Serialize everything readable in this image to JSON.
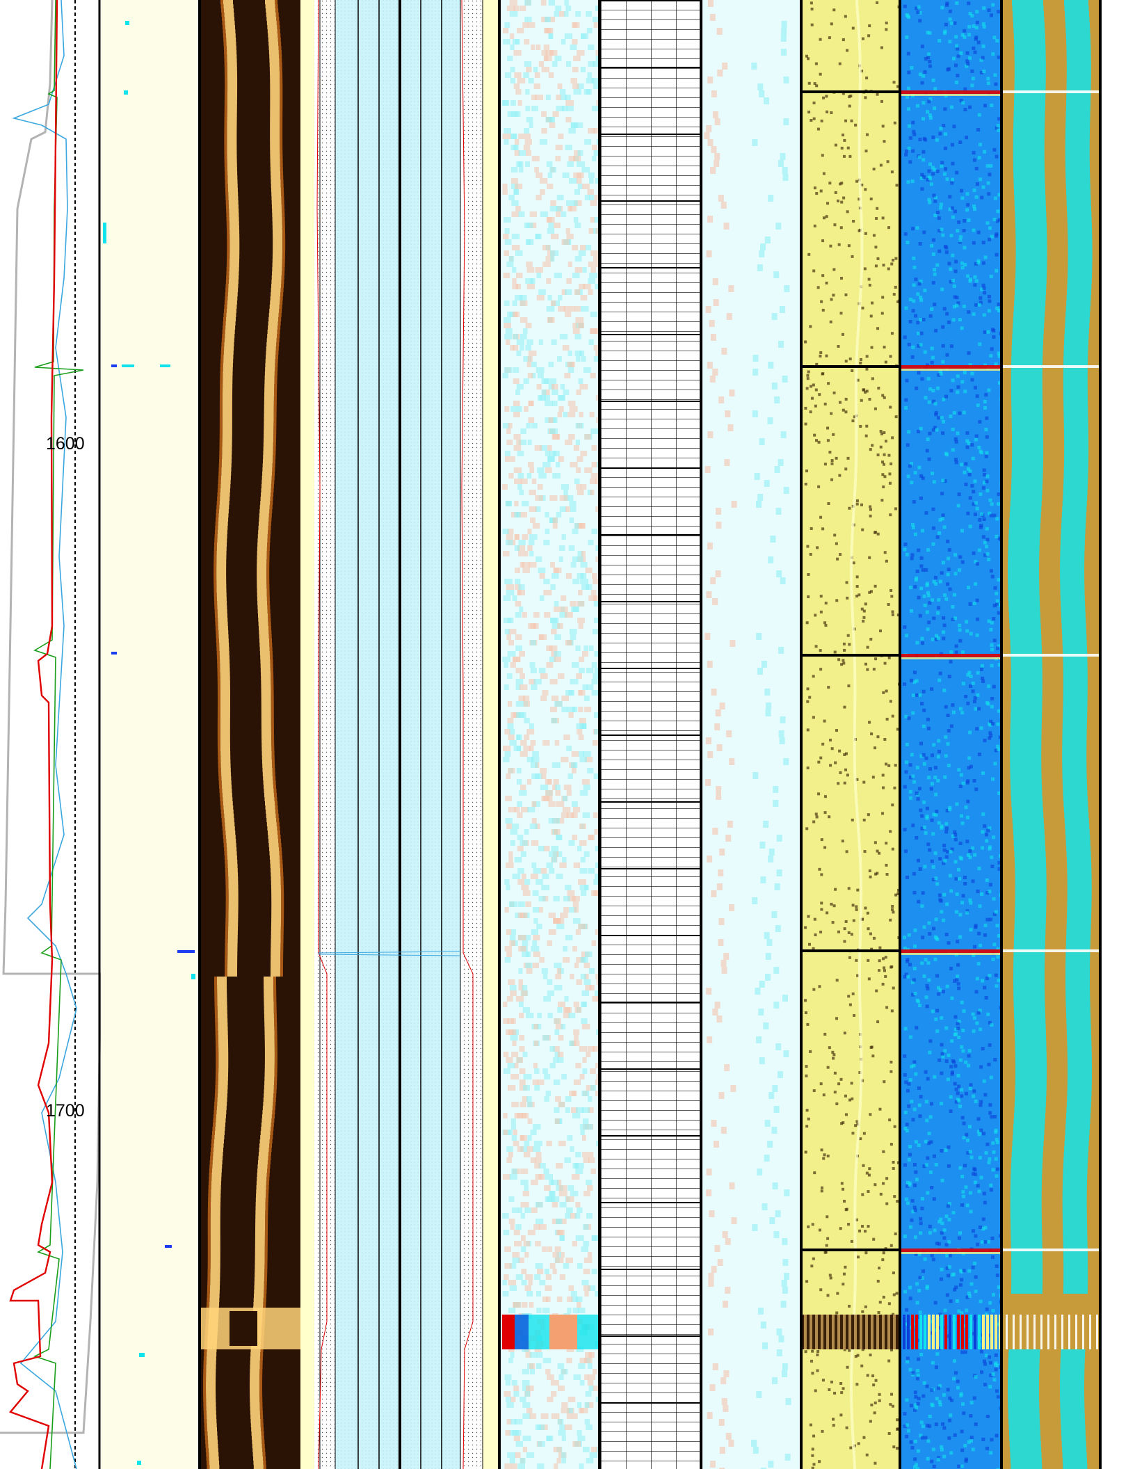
{
  "depth_labels": [
    "1600",
    "1700"
  ],
  "colors": {
    "background": "#ffffff",
    "cream": "#fdfde8",
    "pale_yellow": "#ffffcc",
    "light_cyan": "#cdf3fb",
    "very_light_cyan": "#e8fbfd",
    "gray_curve": "#b3b3b3",
    "red_curve": "#e00000",
    "green_curve": "#1a9e1a",
    "blue_curve": "#3aa7e0",
    "orange_dark": "#2a1304",
    "orange_light": "#ffd37a",
    "olive_light": "#f1f08a",
    "olive_dark": "#4a3410",
    "blue_deep": "#0b3fd8",
    "blue_mid": "#1c8ff0",
    "cyan_bright": "#12e3ec",
    "tan": "#c79a3a",
    "salmon": "#f5c4ad",
    "grid_black": "#000000"
  },
  "tracks": [
    {
      "name": "curves-track"
    },
    {
      "name": "cream-track"
    },
    {
      "name": "dark-image-track"
    },
    {
      "name": "caliper-track"
    },
    {
      "name": "light-image-track"
    },
    {
      "name": "grid-track"
    },
    {
      "name": "pale-cyan-track"
    },
    {
      "name": "yellow-image-track"
    },
    {
      "name": "blue-image-track"
    },
    {
      "name": "tan-cyan-image-track"
    }
  ]
}
